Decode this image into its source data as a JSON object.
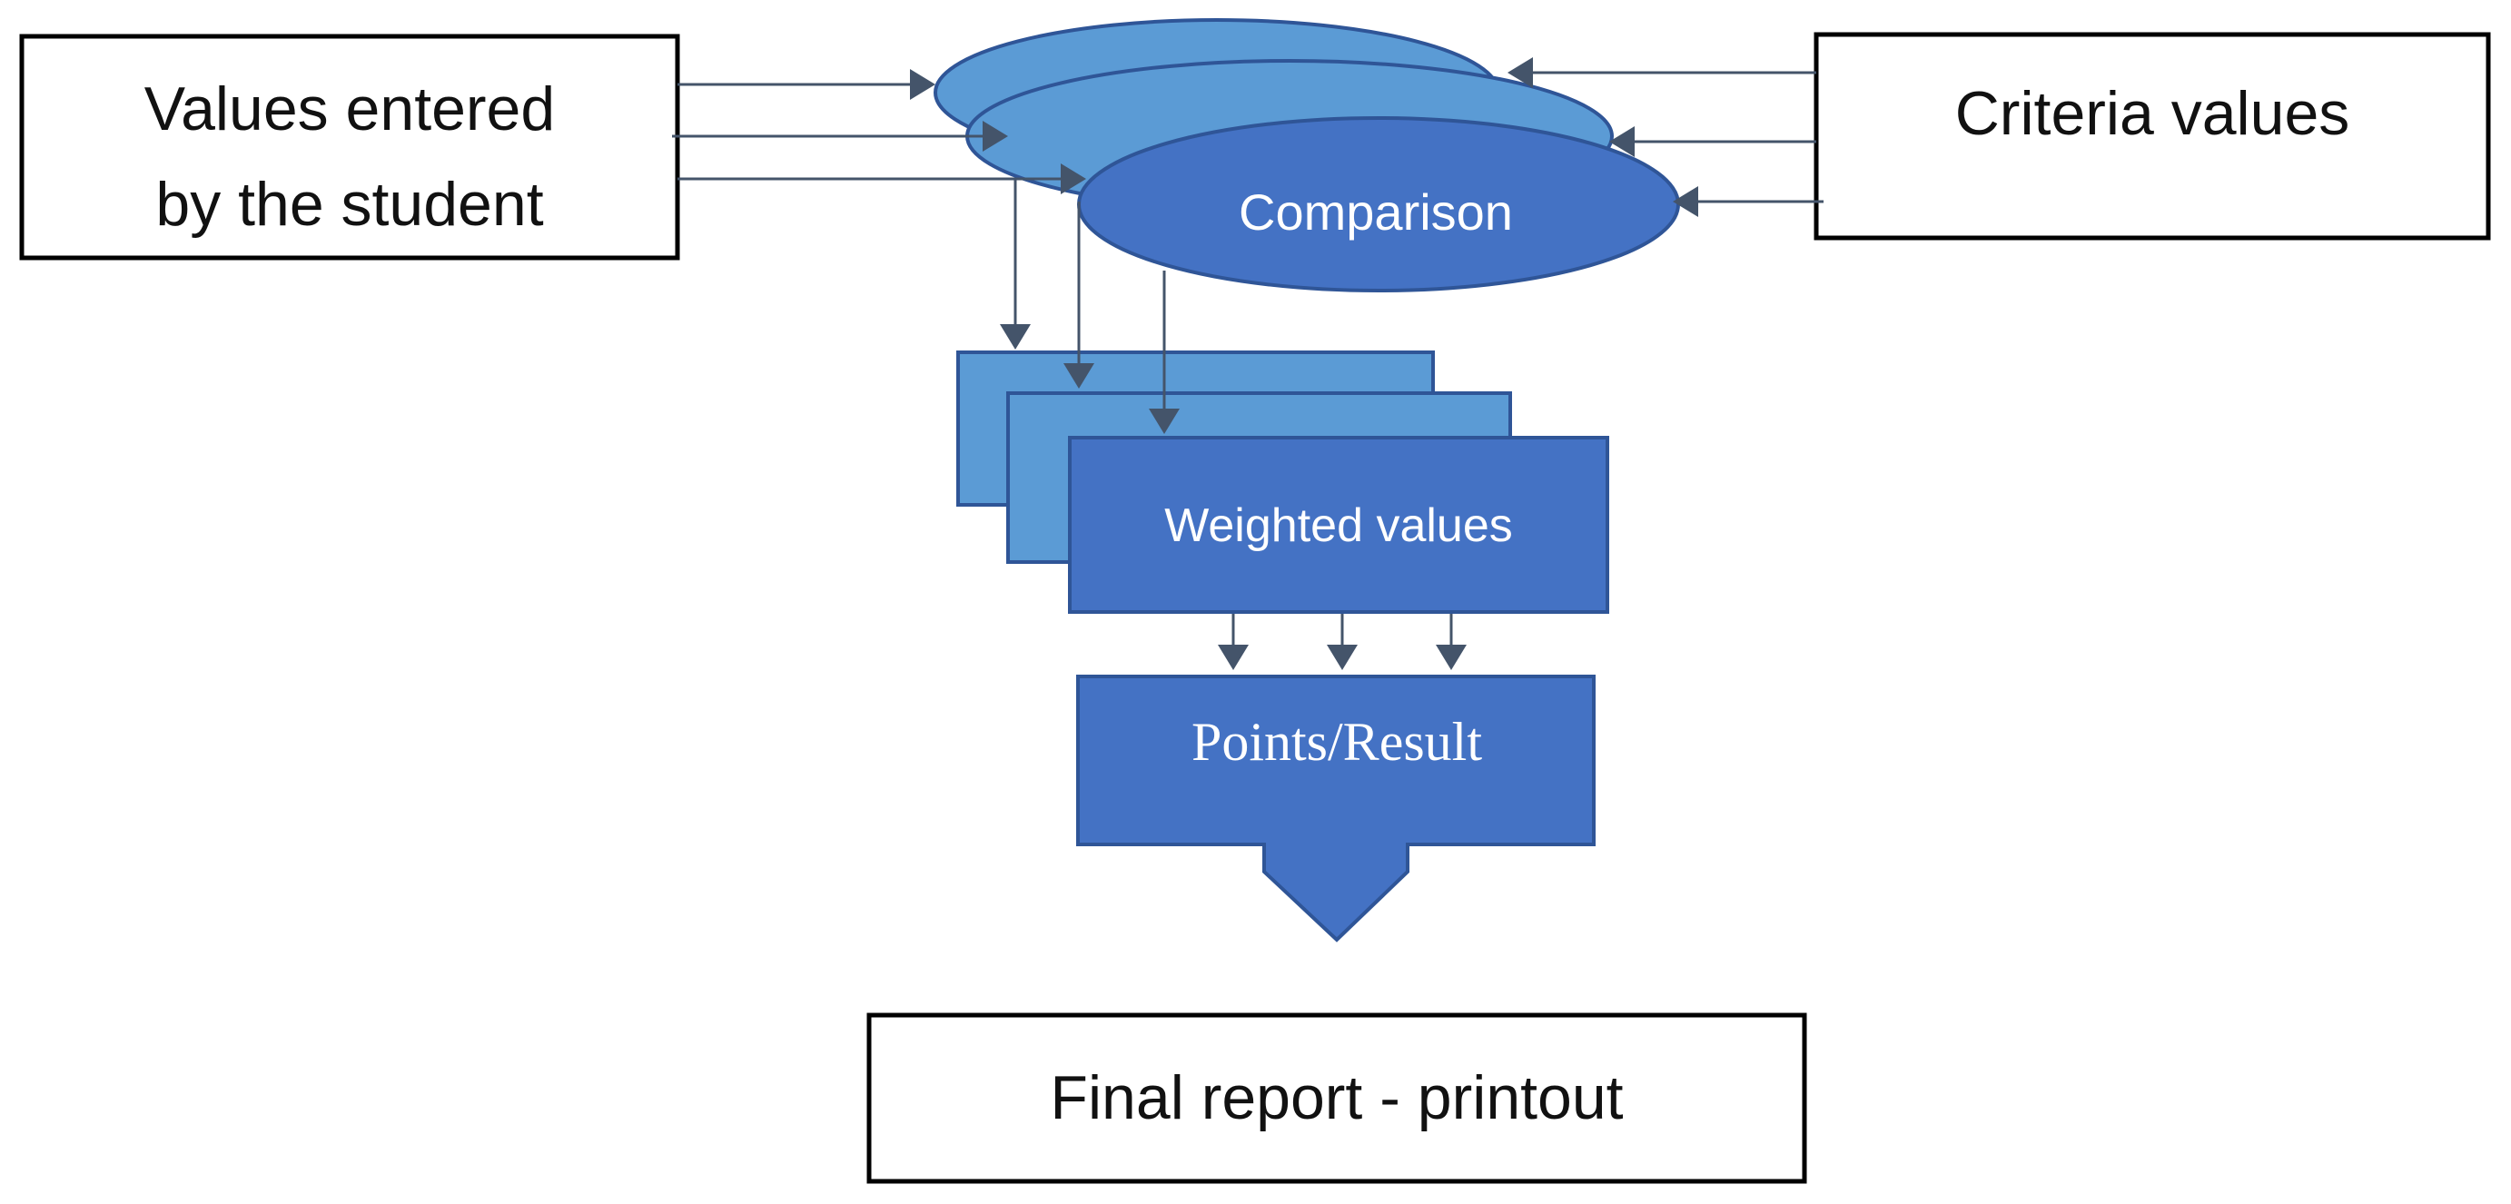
{
  "diagram": {
    "student_input": {
      "line1": "Values entered",
      "line2": "by the student"
    },
    "criteria": "Criteria values",
    "comparison": "Comparison",
    "weighted": "Weighted values",
    "points": "Points/Result",
    "final_report": "Final report - printout"
  },
  "colors": {
    "shape_light": "#5b9bd5",
    "shape_dark": "#4472c4",
    "shape_border": "#2f5597",
    "connector": "#44546a",
    "outline": "#000000",
    "text_dark": "#111111",
    "text_light": "#ffffff"
  }
}
